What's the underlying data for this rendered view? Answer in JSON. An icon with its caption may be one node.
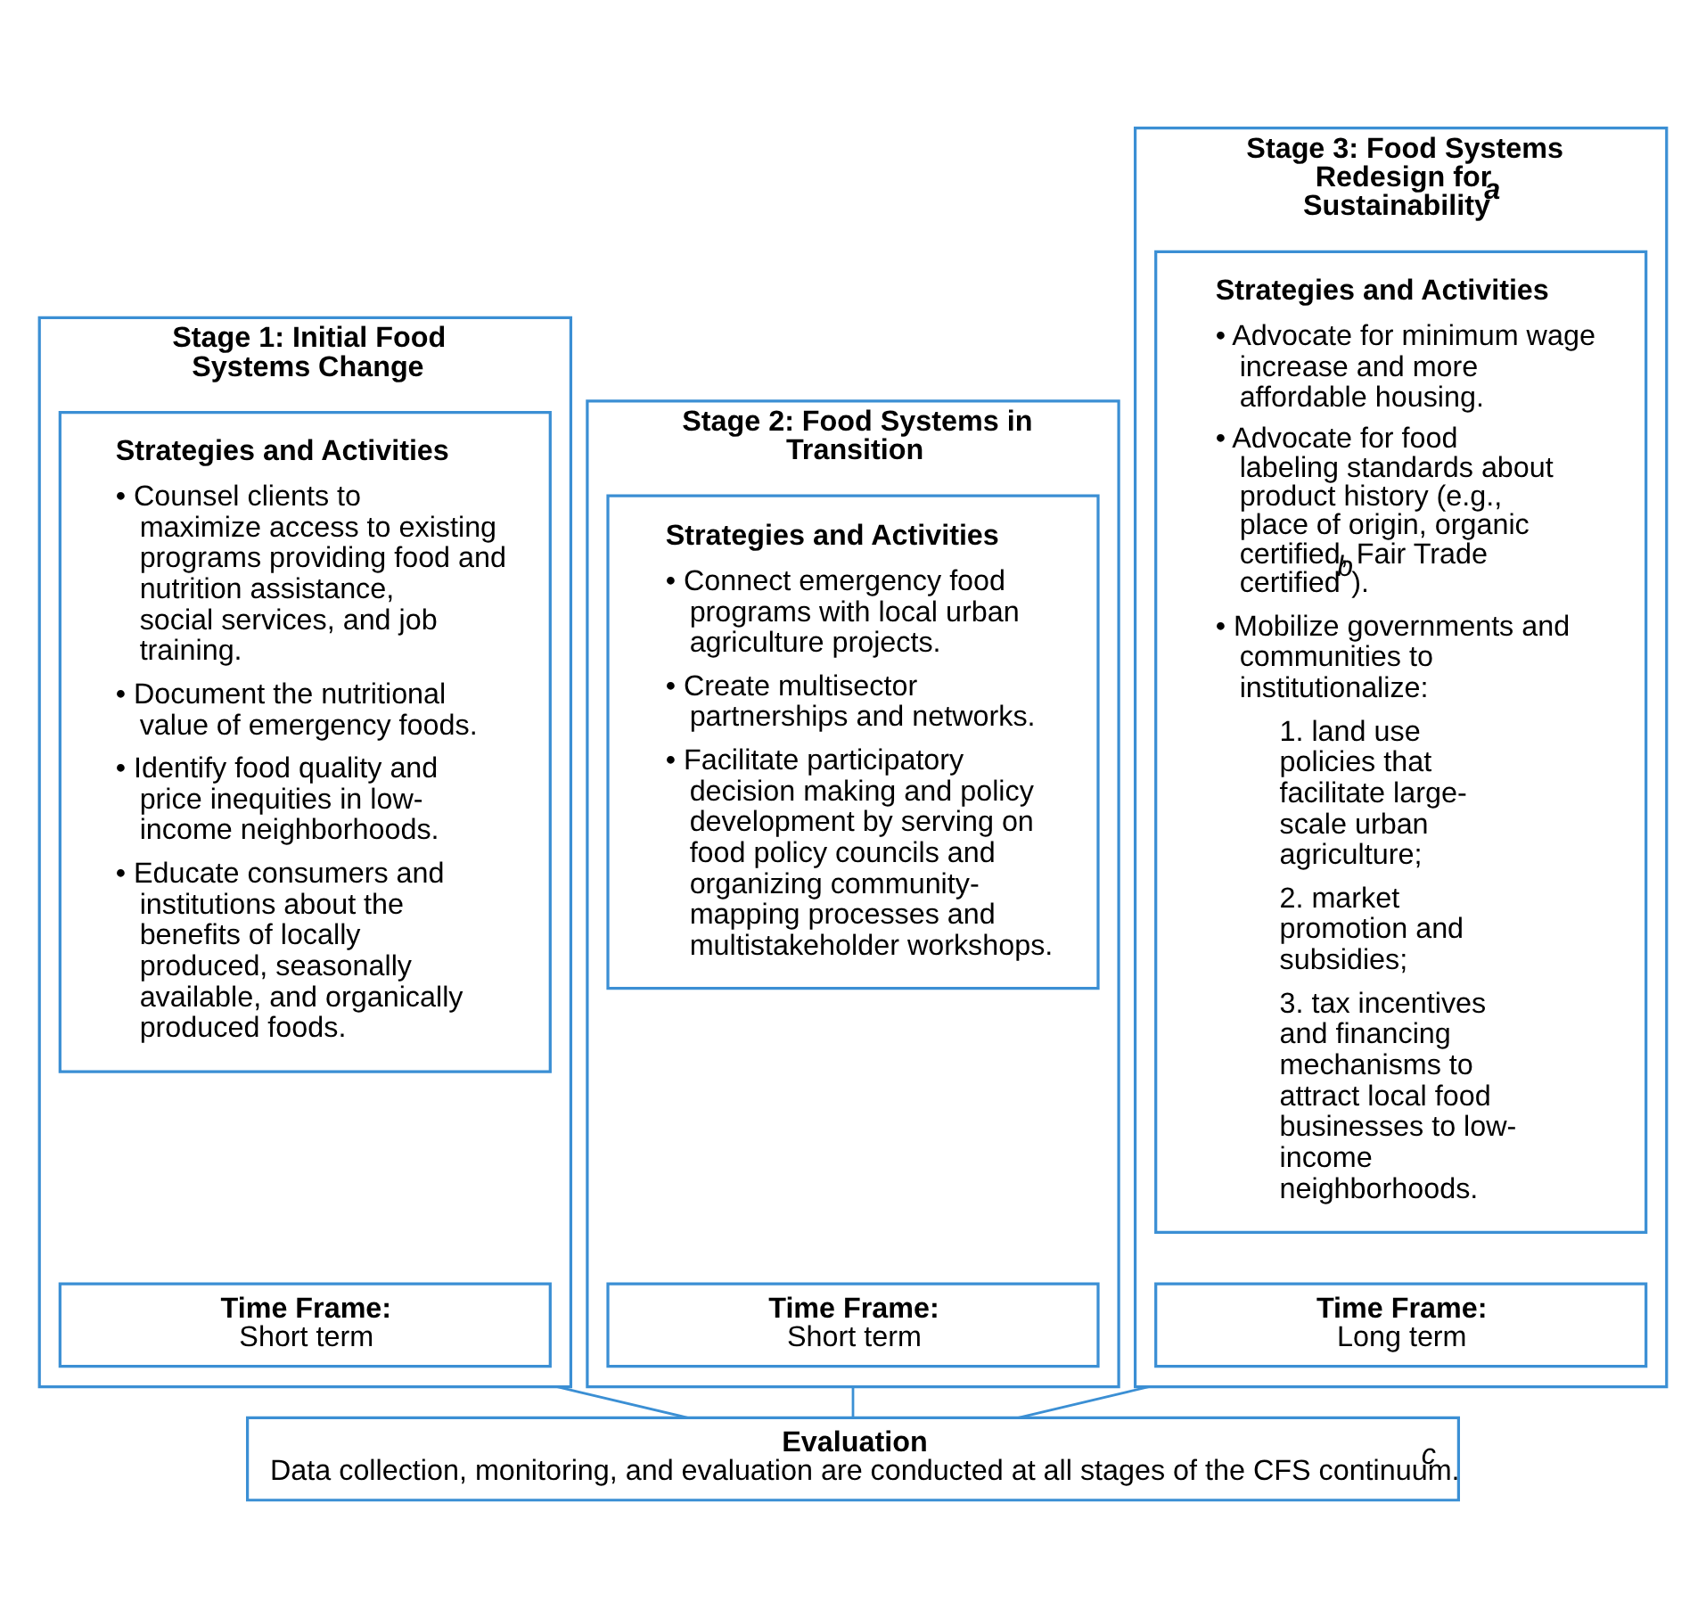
{
  "diagram": {
    "nodes": [
      {
        "text": [
          "Stage 1: Initial Food Systems Change"
        ]
      },
      {
        "text": [
          "Strategies and Activities",
          "• Counsel clients to maximize access to existing programs providing food and nutrition assistance, social services, and job training.",
          "• Document the nutritional value of emergency foods.",
          "• Identify food quality and price inequities in low-income neighborhoods.",
          "• Educate consumers and institutions about the benefits of locally produced, seasonally available, and organically produced foods."
        ],
        "in": 0
      },
      {
        "text": [
          "Time Frame:",
          "Short term"
        ],
        "in": 0
      },
      {
        "text": [
          "Stage 2: Food Systems in Transition"
        ]
      },
      {
        "text": [
          "Strategies and Activities",
          "• Connect emergency food programs with local urban agriculture projects.",
          "• Create multisector partnerships and networks.",
          "• Facilitate participatory decision making and policy development by serving on food policy councils and organizing community-mapping processes and multistakeholder workshops."
        ],
        "in": 3
      },
      {
        "text": [
          "Time Frame:",
          "Short term"
        ],
        "in": 3
      },
      {
        "text": [
          "Stage 3: Food Systems Redesign for Sustainability$^{a}$"
        ]
      },
      {
        "text": [
          "Strategies and Activities",
          "• Advocate for minimum wage increase and more affordable housing.",
          "• Advocate for food labeling standards about product history (e.g., place of origin, organic certified, Fair Trade certified$^{b}$).",
          "• Mobilize governments and communities to institutionalize:",
          "1. land use policies that facilitate large-scale urban agriculture;",
          "2. market promotion and subsidies;",
          "3. tax incentives and financing mechanisms to attract local food businesses to low-income neighborhoods."
        ],
        "in": 6
      },
      {
        "text": [
          "Time Frame:",
          "Long term"
        ],
        "in": 6
      },
      {
        "text": [
          "Evaluation",
          "Data collection, monitoring, and evaluation are conducted at all stages of the CFS continuum.$^{c}$"
        ]
      }
    ],
    "edges": [
      {
        "from": 0,
        "to": 9,
        "arrow": "none"
      },
      {
        "from": 3,
        "to": 9,
        "arrow": "none"
      },
      {
        "from": 6,
        "to": 9,
        "arrow": "none"
      }
    ]
  }
}
